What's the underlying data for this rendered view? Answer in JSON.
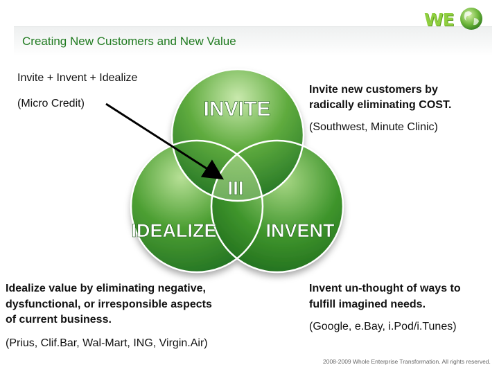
{
  "header": {
    "title": "Creating New Customers and New Value",
    "logo_text": "WE",
    "logo_icon": "globe-icon"
  },
  "diagram": {
    "circles": {
      "invite": "INVITE",
      "idealize": "IDEALIZE",
      "invent": "INVENT",
      "center": "III"
    },
    "top_left_label": "Invite + Invent + Idealize",
    "arrow_label": "(Micro Credit)"
  },
  "invite_block": {
    "line1": "Invite new customers by",
    "line2": "radically eliminating COST.",
    "examples": "(Southwest, Minute Clinic)"
  },
  "idealize_block": {
    "line1": "Idealize value by eliminating negative,",
    "line2": "dysfunctional, or irresponsible aspects",
    "line3": "of current business.",
    "examples": "(Prius, Clif.Bar, Wal-Mart, ING, Virgin.Air)"
  },
  "invent_block": {
    "line1": "Invent un-thought of ways to",
    "line2": "fulfill imagined needs.",
    "examples": "(Google, e.Bay, i.Pod/i.Tunes)"
  },
  "footer": {
    "text": "2008-2009 Whole Enterprise Transformation. All rights reserved."
  },
  "colors": {
    "title_green": "#1f7a1f",
    "circle_dark": "#1c6f22",
    "circle_light": "#a9d98a",
    "logo_green": "#8fcf3f"
  }
}
